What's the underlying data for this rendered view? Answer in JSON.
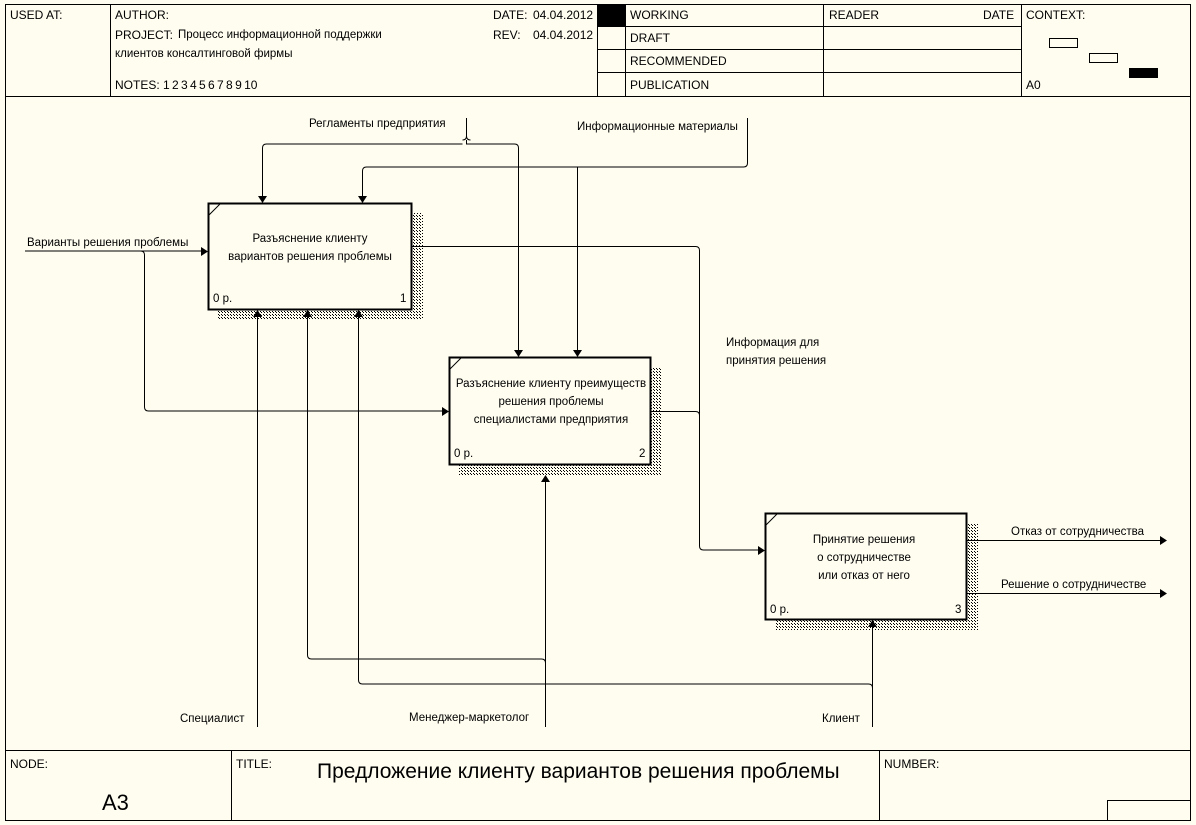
{
  "header": {
    "used_at_label": "USED AT:",
    "author_label": "AUTHOR:",
    "project_label": "PROJECT:",
    "project_line1": "Процесс информационной поддержки",
    "project_line2": "клиентов консалтинговой фирмы",
    "notes_label": "NOTES:",
    "notes_values": "1  2  3  4  5  6  7  8  9  10",
    "date_label": "DATE:",
    "date_value": "04.04.2012",
    "rev_label": "REV:",
    "rev_value": "04.04.2012",
    "status_working": "WORKING",
    "status_draft": "DRAFT",
    "status_recommended": "RECOMMENDED",
    "status_publication": "PUBLICATION",
    "reader_label": "READER",
    "reader_date_label": "DATE",
    "context_label": "CONTEXT:",
    "context_node": "A0"
  },
  "diagram": {
    "boxes": [
      {
        "line1": "Разъяснение клиенту",
        "line2": "вариантов решения проблемы",
        "line3": "",
        "cost": "0 р.",
        "number": "1"
      },
      {
        "line1": "Разъяснение клиенту преимуществ",
        "line2": "решения проблемы",
        "line3": "специалистами предприятия",
        "cost": "0 р.",
        "number": "2"
      },
      {
        "line1": "Принятие решения",
        "line2": "о сотрудничестве",
        "line3": "или отказ от него",
        "cost": "0 р.",
        "number": "3"
      }
    ],
    "arrows": {
      "reglaments": "Регламенты предприятия",
      "info_materials": "Информационные материалы",
      "variants_input": "Варианты решения проблемы",
      "info_for_decision_1": "Информация для",
      "info_for_decision_2": "принятия решения",
      "refusal_output": "Отказ от сотрудничества",
      "decision_output": "Решение о сотрудничестве",
      "specialist": "Специалист",
      "manager": "Менеджер-маркетолог",
      "client": "Клиент"
    }
  },
  "footer": {
    "node_label": "NODE:",
    "node_value": "A3",
    "title_label": "TITLE:",
    "title_value": "Предложение клиенту вариантов решения проблемы",
    "number_label": "NUMBER:"
  },
  "colors": {
    "background": "#fffdf0",
    "line": "#000000"
  }
}
